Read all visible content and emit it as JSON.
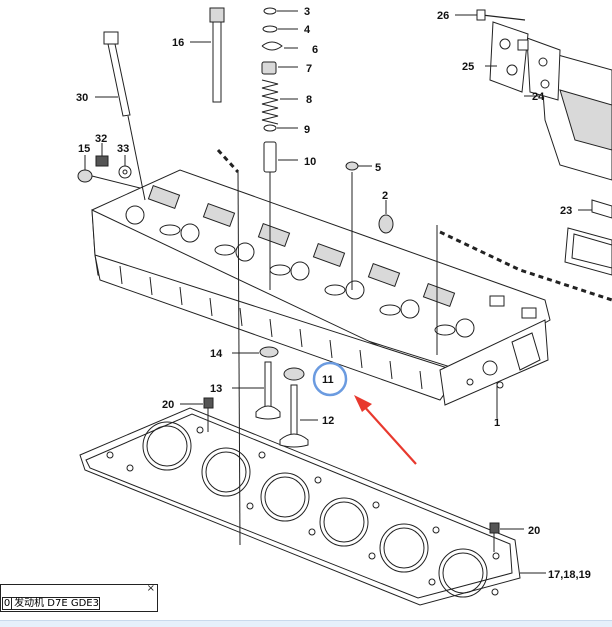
{
  "callouts": {
    "c1": "1",
    "c2": "2",
    "c3": "3",
    "c4": "4",
    "c5": "5",
    "c6": "6",
    "c7": "7",
    "c8": "8",
    "c9": "9",
    "c10": "10",
    "c11": "11",
    "c12": "12",
    "c13": "13",
    "c14": "14",
    "c15": "15",
    "c16": "16",
    "c1719": "17,18,19",
    "c20a": "20",
    "c20b": "20",
    "c23": "23",
    "c24": "24",
    "c25": "25",
    "c26": "26",
    "c30": "30",
    "c32": "32",
    "c33": "33"
  },
  "info_box": {
    "index": "0",
    "name": "发动机 D7E GDE3",
    "close": "×"
  },
  "colors": {
    "highlight": "#6b9be0",
    "arrow": "#e8392e"
  }
}
